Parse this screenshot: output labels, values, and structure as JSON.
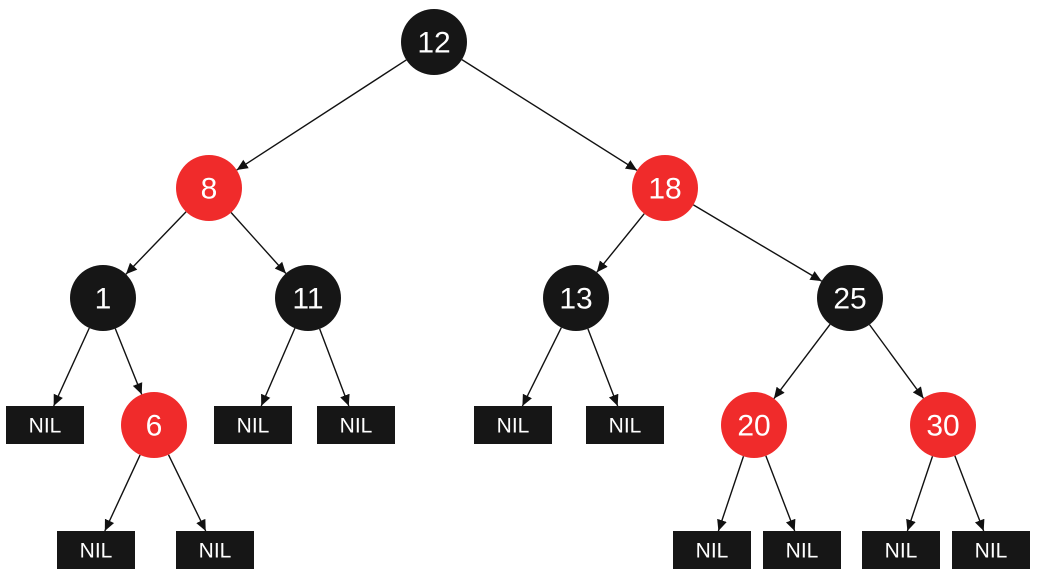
{
  "colors": {
    "red": "#f02b2b",
    "black": "#161616",
    "edge": "#111111",
    "text": "#ffffff",
    "background": "#ffffff"
  },
  "tree": {
    "nodes": [
      {
        "id": "n12",
        "label": "12",
        "color": "black"
      },
      {
        "id": "n8",
        "label": "8",
        "color": "red"
      },
      {
        "id": "n18",
        "label": "18",
        "color": "red"
      },
      {
        "id": "n1",
        "label": "1",
        "color": "black"
      },
      {
        "id": "n11",
        "label": "11",
        "color": "black"
      },
      {
        "id": "n13",
        "label": "13",
        "color": "black"
      },
      {
        "id": "n25",
        "label": "25",
        "color": "black"
      },
      {
        "id": "n6",
        "label": "6",
        "color": "red"
      },
      {
        "id": "n20",
        "label": "20",
        "color": "red"
      },
      {
        "id": "n30",
        "label": "30",
        "color": "red"
      },
      {
        "id": "nil1L",
        "label": "NIL",
        "color": "black",
        "nil": true
      },
      {
        "id": "nil6L",
        "label": "NIL",
        "color": "black",
        "nil": true
      },
      {
        "id": "nil6R",
        "label": "NIL",
        "color": "black",
        "nil": true
      },
      {
        "id": "nil11L",
        "label": "NIL",
        "color": "black",
        "nil": true
      },
      {
        "id": "nil11R",
        "label": "NIL",
        "color": "black",
        "nil": true
      },
      {
        "id": "nil13L",
        "label": "NIL",
        "color": "black",
        "nil": true
      },
      {
        "id": "nil13R",
        "label": "NIL",
        "color": "black",
        "nil": true
      },
      {
        "id": "nil20L",
        "label": "NIL",
        "color": "black",
        "nil": true
      },
      {
        "id": "nil20R",
        "label": "NIL",
        "color": "black",
        "nil": true
      },
      {
        "id": "nil30L",
        "label": "NIL",
        "color": "black",
        "nil": true
      },
      {
        "id": "nil30R",
        "label": "NIL",
        "color": "black",
        "nil": true
      }
    ],
    "edges": [
      [
        "n12",
        "n8"
      ],
      [
        "n12",
        "n18"
      ],
      [
        "n8",
        "n1"
      ],
      [
        "n8",
        "n11"
      ],
      [
        "n18",
        "n13"
      ],
      [
        "n18",
        "n25"
      ],
      [
        "n1",
        "nil1L"
      ],
      [
        "n1",
        "n6"
      ],
      [
        "n6",
        "nil6L"
      ],
      [
        "n6",
        "nil6R"
      ],
      [
        "n11",
        "nil11L"
      ],
      [
        "n11",
        "nil11R"
      ],
      [
        "n13",
        "nil13L"
      ],
      [
        "n13",
        "nil13R"
      ],
      [
        "n25",
        "n20"
      ],
      [
        "n25",
        "n30"
      ],
      [
        "n20",
        "nil20L"
      ],
      [
        "n20",
        "nil20R"
      ],
      [
        "n30",
        "nil30L"
      ],
      [
        "n30",
        "nil30R"
      ]
    ]
  }
}
